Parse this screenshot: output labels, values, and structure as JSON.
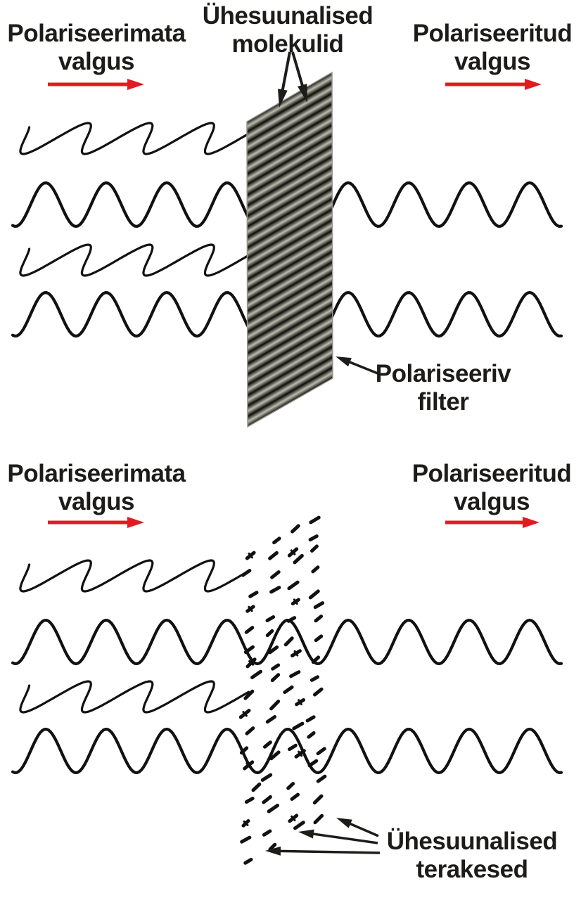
{
  "colors": {
    "red_arrow": "#e31b20",
    "ink": "#1d1c1a",
    "wave": "#111111",
    "filter_light": "#bcbcb0",
    "filter_dark": "#0d0d08",
    "filter_edge": "#97978f"
  },
  "top": {
    "unpolarized_label": {
      "line1": "Polariseerimata",
      "line2": "valgus"
    },
    "molecules_label": {
      "line1": "Ühesuunalised",
      "line2": "molekulid"
    },
    "polarized_label": {
      "line1": "Polariseeritud",
      "line2": "valgus"
    },
    "filter_label": {
      "line1": "Polariseeriv",
      "line2": "filter"
    }
  },
  "bottom": {
    "unpolarized_label": {
      "line1": "Polariseerimata",
      "line2": "valgus"
    },
    "polarized_label": {
      "line1": "Polariseeritud",
      "line2": "valgus"
    },
    "grains_label": {
      "line1": "Ühesuunalised",
      "line2": "terakesed"
    }
  }
}
